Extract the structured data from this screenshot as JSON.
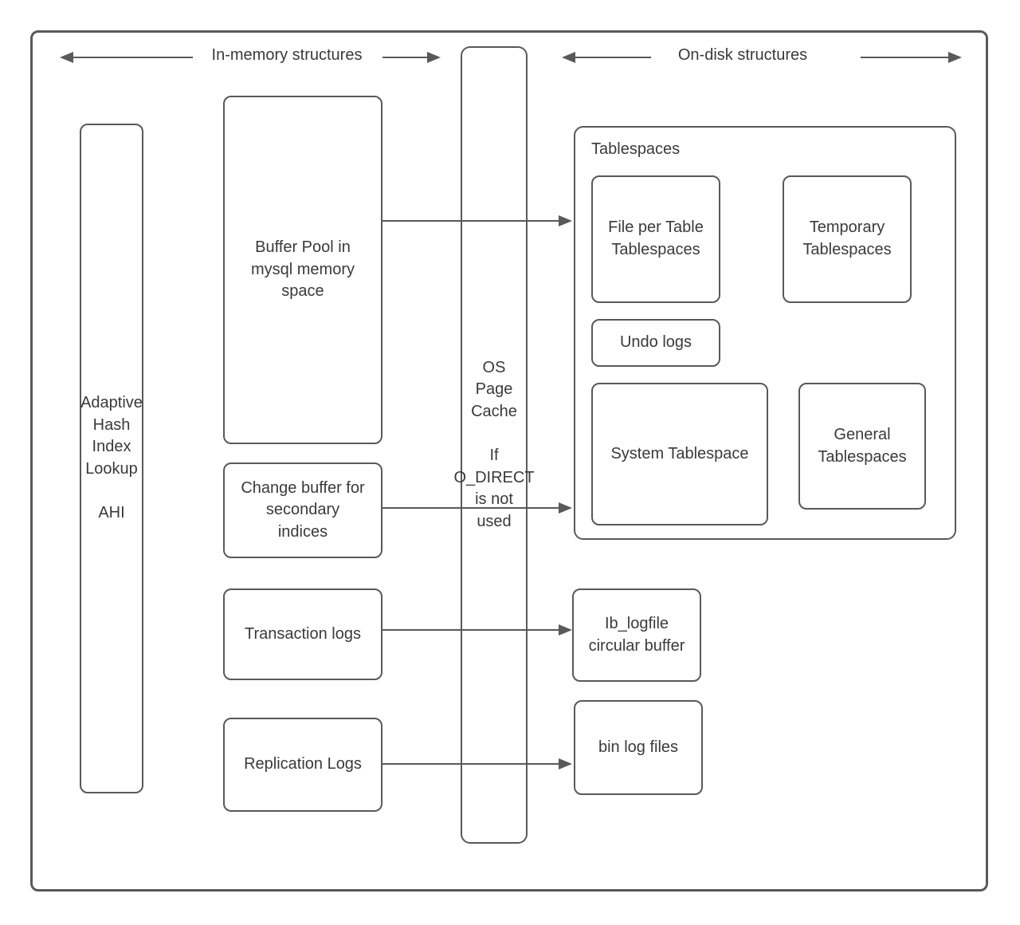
{
  "diagram": {
    "headers": {
      "in_memory": "In-memory structures",
      "on_disk": "On-disk structures"
    },
    "nodes": {
      "ahi": "Adaptive\nHash\nIndex\nLookup\n\nAHI",
      "buffer_pool": "Buffer Pool in\nmysql memory\nspace",
      "change_buffer": "Change buffer for\nsecondary\nindices",
      "transaction_logs": "Transaction logs",
      "replication_logs": "Replication Logs",
      "os_page_cache": "OS\nPage\nCache\n\nIf\nO_DIRECT\nis not\nused",
      "tablespaces_title": "Tablespaces",
      "file_per_table": "File per Table\nTablespaces",
      "temporary_tablespaces": "Temporary\nTablespaces",
      "undo_logs": "Undo logs",
      "system_tablespace": "System Tablespace",
      "general_tablespaces": "General\nTablespaces",
      "ib_logfile": "Ib_logfile\ncircular buffer",
      "bin_log_files": "bin log files"
    },
    "colors": {
      "stroke": "#595959",
      "text": "#3a3a3a",
      "background": "#ffffff"
    }
  }
}
